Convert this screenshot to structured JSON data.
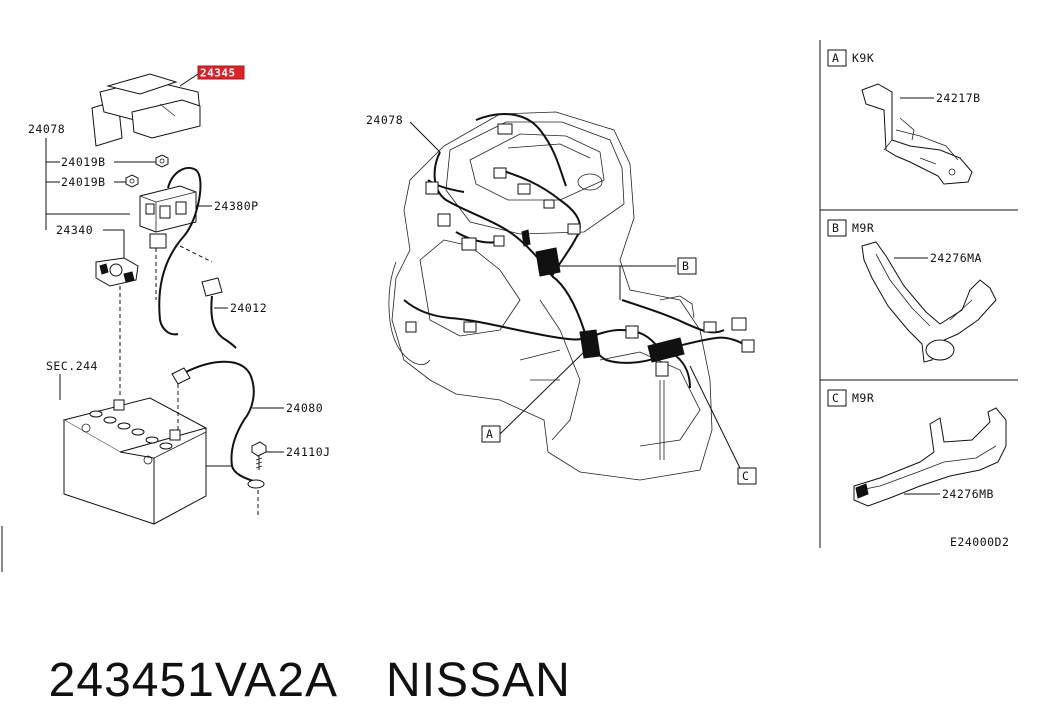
{
  "highlight_part": "24345",
  "left_labels": {
    "harness_24078": "24078",
    "nut_a": "24019B",
    "nut_b": "24019B",
    "fuse_block": "24380P",
    "bracket": "24340",
    "sub_harness": "24012",
    "battery_ref": "SEC.244",
    "battery_cable": "24080",
    "bolt": "24110J"
  },
  "center_labels": {
    "harness_24078": "24078",
    "callout_a": "A",
    "callout_b": "B",
    "callout_c": "C"
  },
  "detail_panels": [
    {
      "letter": "A",
      "code": "K9K",
      "part": "24217B"
    },
    {
      "letter": "B",
      "code": "M9R",
      "part": "24276MA"
    },
    {
      "letter": "C",
      "code": "M9R",
      "part": "24276MB"
    }
  ],
  "diagram_id": "E24000D2",
  "caption": {
    "part_number": "243451VA2A",
    "brand": "NISSAN"
  }
}
